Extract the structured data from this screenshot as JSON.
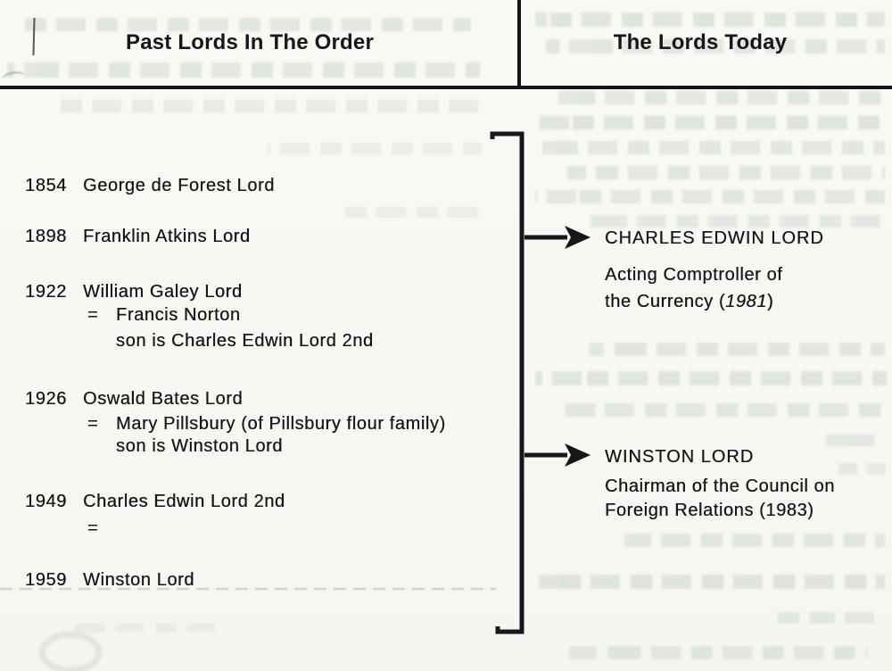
{
  "headers": {
    "left": "Past Lords In The Order",
    "right": "The Lords Today"
  },
  "left_column": {
    "entries": [
      {
        "year": "1854",
        "name": "George de Forest Lord"
      },
      {
        "year": "1898",
        "name": "Franklin Atkins Lord"
      },
      {
        "year": "1922",
        "name": "William Galey Lord",
        "equals_sign": "=",
        "spouse": "Francis Norton",
        "child_note": "son is Charles Edwin Lord 2nd"
      },
      {
        "year": "1926",
        "name": "Oswald Bates Lord",
        "equals_sign": "=",
        "spouse": "Mary Pillsbury (of Pillsbury flour family)",
        "child_note": "son is Winston Lord"
      },
      {
        "year": "1949",
        "name": "Charles Edwin Lord 2nd",
        "equals_sign": "="
      },
      {
        "year": "1959",
        "name": "Winston Lord"
      }
    ]
  },
  "right_column": {
    "entries": [
      {
        "name": "CHARLES EDWIN LORD",
        "title_line1": "Acting Comptroller of",
        "title_line2_pre": "the Currency (",
        "title_line2_year": "1981",
        "title_line2_close": ")"
      },
      {
        "name": "WINSTON LORD",
        "title_line1": "Chairman of the Council on",
        "title_line2": "Foreign Relations (1983)"
      }
    ]
  },
  "colors": {
    "ink": "#171717",
    "paper": "#f7f7f3",
    "bleed": "#a8b6ae"
  }
}
